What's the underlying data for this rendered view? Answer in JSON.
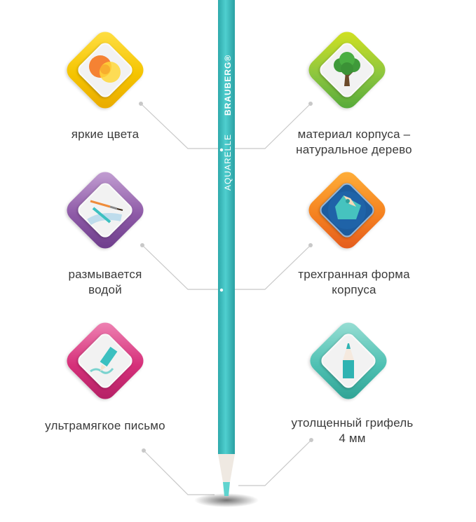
{
  "features": [
    {
      "id": "bright",
      "label_lines": [
        "яркие цвета"
      ],
      "icon": "color-blend-icon",
      "gradient": "yellow"
    },
    {
      "id": "wood",
      "label_lines": [
        "материал корпуса –",
        "натуральное дерево"
      ],
      "icon": "tree-icon",
      "gradient": "green"
    },
    {
      "id": "water",
      "label_lines": [
        "размывается",
        "водой"
      ],
      "icon": "brush-water-icon",
      "gradient": "purple"
    },
    {
      "id": "tri",
      "label_lines": [
        "трехгранная форма",
        "корпуса"
      ],
      "icon": "triangular-pencil-icon",
      "gradient": "orange"
    },
    {
      "id": "soft",
      "label_lines": [
        "ультрамягкое письмо"
      ],
      "icon": "soft-writing-icon",
      "gradient": "magenta"
    },
    {
      "id": "lead",
      "label_lines": [
        "утолщенный грифель",
        "4 мм"
      ],
      "icon": "pencil-lead-icon",
      "gradient": "teal"
    }
  ],
  "pencil": {
    "brand": "BRAUBERG®",
    "model": "AQUARELLE",
    "color": "#3cc0c0",
    "lead_color": "#5fd4cf"
  },
  "colors": {
    "yellow": "#f5c400",
    "green": "#8dc63f",
    "purple": "#8e5aa7",
    "orange": "#f58220",
    "magenta": "#d6307a",
    "teal": "#4fc1b3",
    "line": "#c8c8c8",
    "text": "#3a3a3a"
  }
}
